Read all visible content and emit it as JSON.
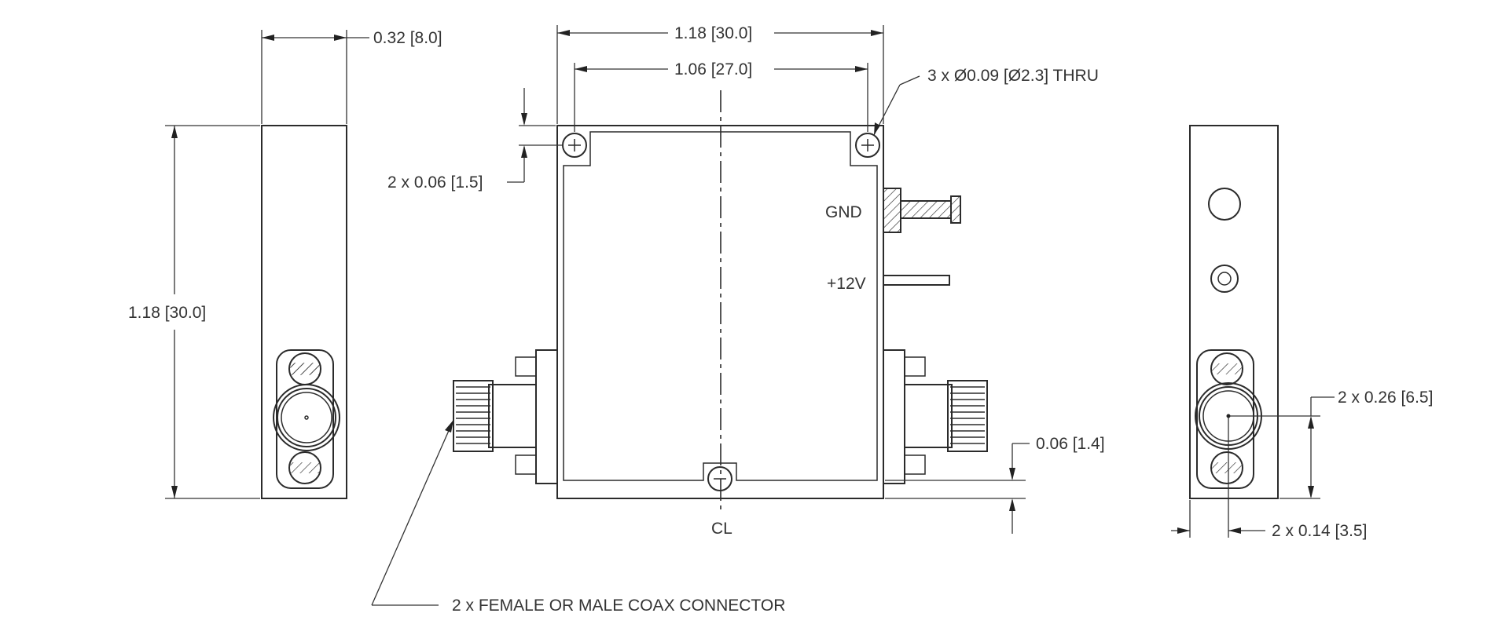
{
  "labels": {
    "side_width": "0.32 [8.0]",
    "overall_width": "1.18 [30.0]",
    "hole_spacing": "1.06 [27.0]",
    "thru_holes": "3 x Ø0.09 [Ø2.3] THRU",
    "hole_offset": "2 x 0.06 [1.5]",
    "gnd": "GND",
    "supply": "+12V",
    "height": "1.18 [30.0]",
    "conn_height": "2 x 0.26 [6.5]",
    "conn_offset": "2 x 0.14 [3.5]",
    "base_offset": "0.06 [1.4]",
    "centerline": "CL",
    "connector_note": "2 x FEMALE OR MALE COAX CONNECTOR"
  },
  "colors": {
    "line": "#2b2b2b",
    "text": "#333333",
    "background": "#ffffff"
  }
}
